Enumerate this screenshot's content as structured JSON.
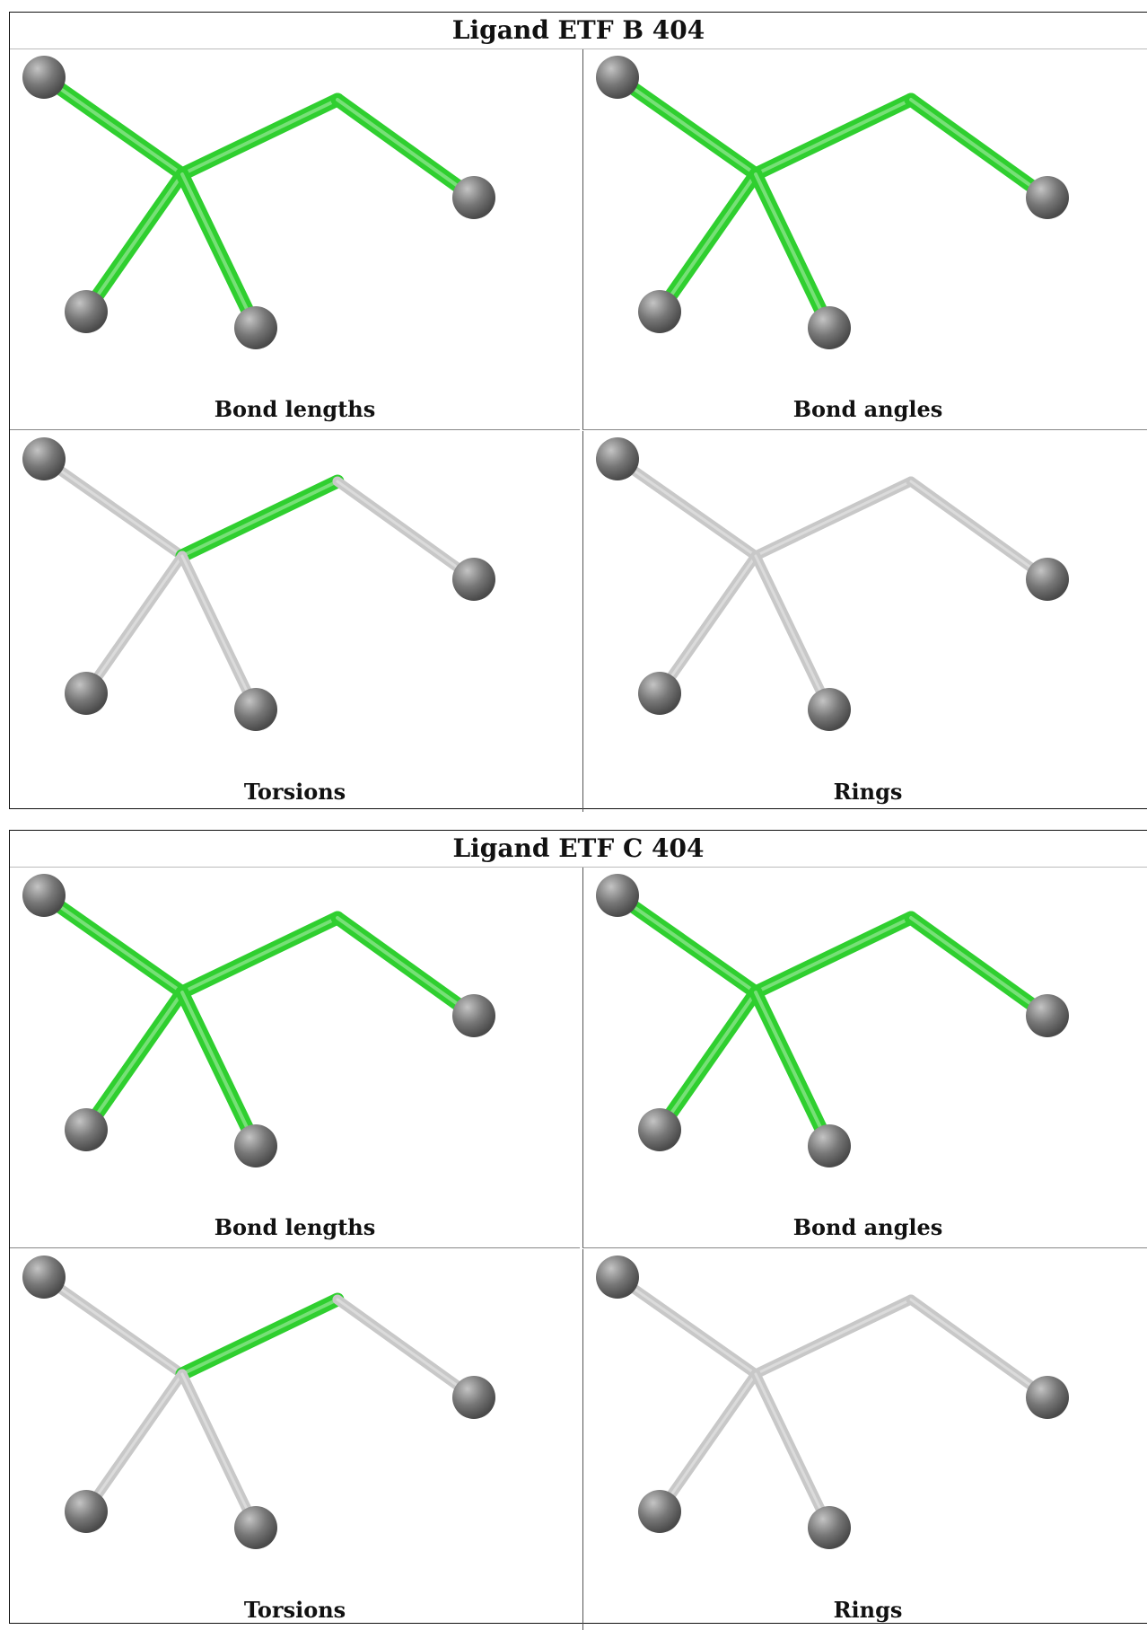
{
  "colors": {
    "highlight": "#2fcf2f",
    "neutral": "#c8c8c8",
    "atom": "#777777"
  },
  "tables": [
    {
      "title": "Ligand ETF B 404",
      "panels": [
        {
          "caption": "Bond lengths",
          "highlighted_bonds": [
            "A-B",
            "B-C",
            "C-D",
            "B-E",
            "B-F"
          ]
        },
        {
          "caption": "Bond angles",
          "highlighted_bonds": [
            "A-B",
            "B-C",
            "C-D",
            "B-E",
            "B-F"
          ]
        },
        {
          "caption": "Torsions",
          "highlighted_bonds": [
            "B-C"
          ]
        },
        {
          "caption": "Rings",
          "highlighted_bonds": []
        }
      ]
    },
    {
      "title": "Ligand ETF C 404",
      "panels": [
        {
          "caption": "Bond lengths",
          "highlighted_bonds": [
            "A-B",
            "B-C",
            "C-D",
            "B-E",
            "B-F"
          ]
        },
        {
          "caption": "Bond angles",
          "highlighted_bonds": [
            "A-B",
            "B-C",
            "C-D",
            "B-E",
            "B-F"
          ]
        },
        {
          "caption": "Torsions",
          "highlighted_bonds": [
            "B-C"
          ]
        },
        {
          "caption": "Rings",
          "highlighted_bonds": []
        }
      ]
    }
  ]
}
